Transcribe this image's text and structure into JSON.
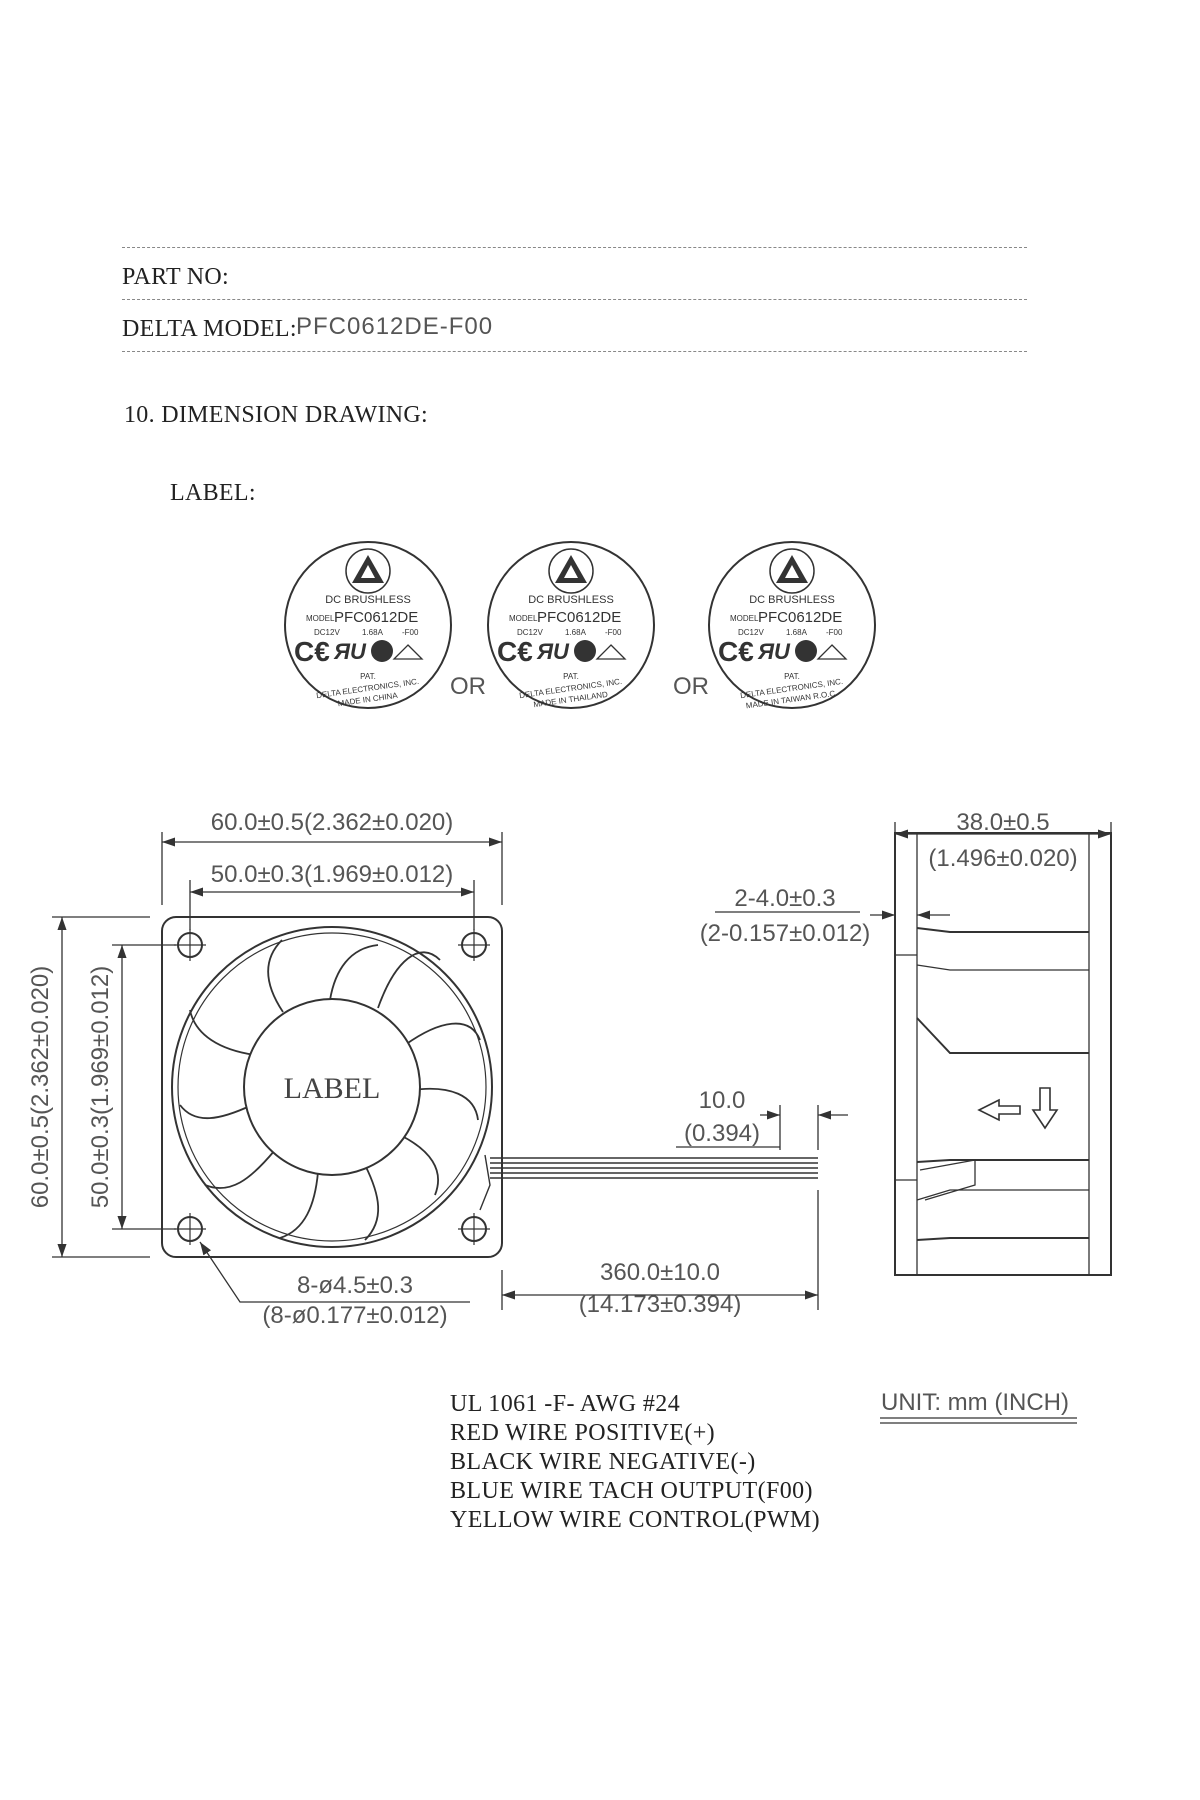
{
  "header": {
    "part_no_label": "PART NO:",
    "part_no_value": "",
    "delta_model_label": "DELTA MODEL:",
    "delta_model_value": "PFC0612DE-F00"
  },
  "section": {
    "title": "10. DIMENSION DRAWING:",
    "label_heading": "LABEL:"
  },
  "labels": [
    {
      "brand_line": "DC BRUSHLESS",
      "model_prefix": "MODEL",
      "model": "PFC0612DE",
      "voltage": "DC12V",
      "current": "1.68A",
      "suffix": "-F00",
      "pat": "PAT.",
      "maker": "DELTA ELECTRONICS, INC.",
      "origin": "MADE IN CHINA"
    },
    {
      "brand_line": "DC BRUSHLESS",
      "model_prefix": "MODEL",
      "model": "PFC0612DE",
      "voltage": "DC12V",
      "current": "1.68A",
      "suffix": "-F00",
      "pat": "PAT.",
      "maker": "DELTA ELECTRONICS, INC.",
      "origin": "MADE IN THAILAND"
    },
    {
      "brand_line": "DC BRUSHLESS",
      "model_prefix": "MODEL",
      "model": "PFC0612DE",
      "voltage": "DC12V",
      "current": "1.68A",
      "suffix": "-F00",
      "pat": "PAT.",
      "maker": "DELTA ELECTRONICS, INC.",
      "origin": "MADE IN TAIWAN R.O.C."
    }
  ],
  "or_text": "OR",
  "dimensions": {
    "outer_width": "60.0±0.5(2.362±0.020)",
    "hole_spacing_w": "50.0±0.3(1.969±0.012)",
    "outer_height": "60.0±0.5(2.362±0.020)",
    "hole_spacing_h": "50.0±0.3(1.969±0.012)",
    "hub_label": "LABEL",
    "holes_mm": "8-ø4.5±0.3",
    "holes_in": "(8-ø0.177±0.012)",
    "depth_mm": "38.0±0.5",
    "depth_in": "(1.496±0.020)",
    "flange_mm": "2-4.0±0.3",
    "flange_in": "(2-0.157±0.012)",
    "strip_mm": "10.0",
    "strip_in": "(0.394)",
    "lead_mm": "360.0±10.0",
    "lead_in": "(14.173±0.394)",
    "unit": "UNIT:  mm  (INCH)"
  },
  "wires": {
    "spec": "UL 1061 -F- AWG #24",
    "lines": [
      "RED WIRE POSITIVE(+)",
      "BLACK WIRE NEGATIVE(-)",
      "BLUE WIRE TACH OUTPUT(F00)",
      "YELLOW WIRE CONTROL(PWM)"
    ]
  }
}
